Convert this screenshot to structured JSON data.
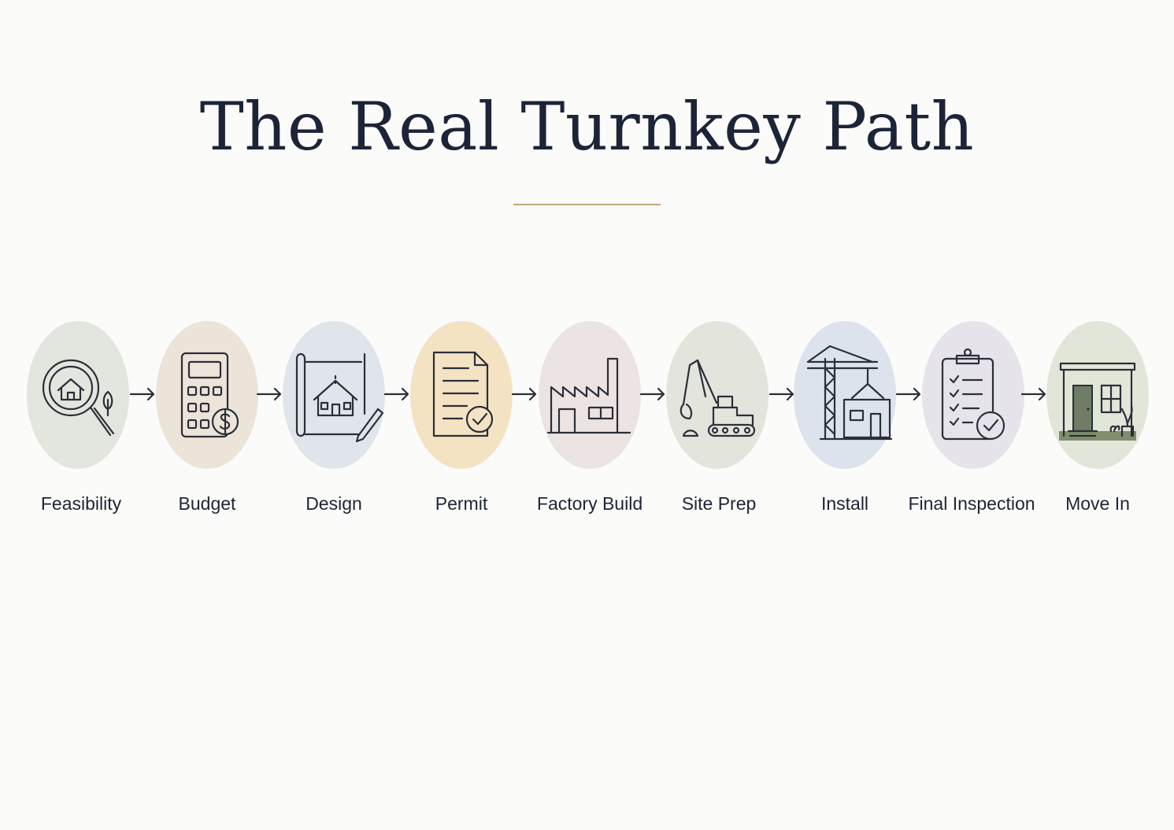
{
  "title": "The Real Turnkey Path",
  "colors": {
    "title": "#1c2438",
    "rule": "#c9a77e",
    "background": "#fbfbfa",
    "icon_stroke": "#2b2f38"
  },
  "steps": [
    {
      "label": "Feasibility",
      "icon": "magnifier-house-icon",
      "bg": "#e3e6de"
    },
    {
      "label": "Budget",
      "icon": "calculator-icon",
      "bg": "#ece3d9"
    },
    {
      "label": "Design",
      "icon": "blueprint-icon",
      "bg": "#dfe5ea"
    },
    {
      "label": "Permit",
      "icon": "permit-document-icon",
      "bg": "#f4e3c3"
    },
    {
      "label": "Factory Build",
      "icon": "factory-icon",
      "bg": "#ebe4e3"
    },
    {
      "label": "Site Prep",
      "icon": "excavator-icon",
      "bg": "#e3e5dc"
    },
    {
      "label": "Install",
      "icon": "crane-icon",
      "bg": "#dde3ec"
    },
    {
      "label": "Final Inspection",
      "icon": "clipboard-check-icon",
      "bg": "#e6e3ea"
    },
    {
      "label": "Move In",
      "icon": "front-door-icon",
      "bg": "#e2e6d9"
    }
  ]
}
